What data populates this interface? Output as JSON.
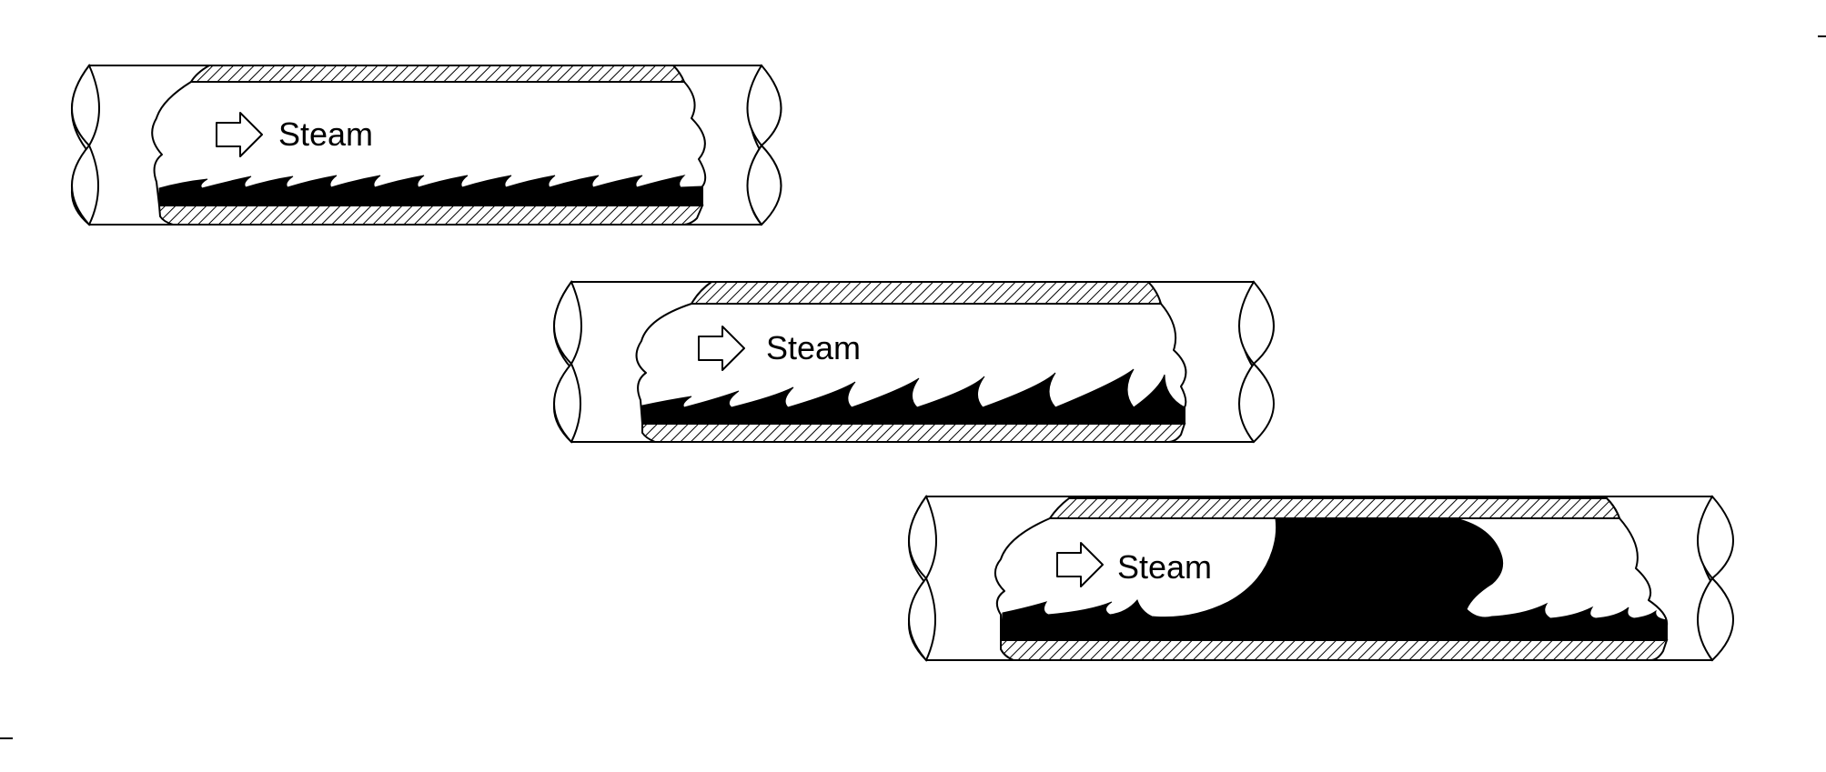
{
  "diagram": {
    "pipes": [
      {
        "label": "Steam",
        "regime": "stratified, small ripples"
      },
      {
        "label": "Steam",
        "regime": "wavy, growing waves"
      },
      {
        "label": "Steam",
        "regime": "slug formation"
      }
    ]
  },
  "colors": {
    "line": "#000000",
    "water": "#000000",
    "background": "#ffffff"
  }
}
